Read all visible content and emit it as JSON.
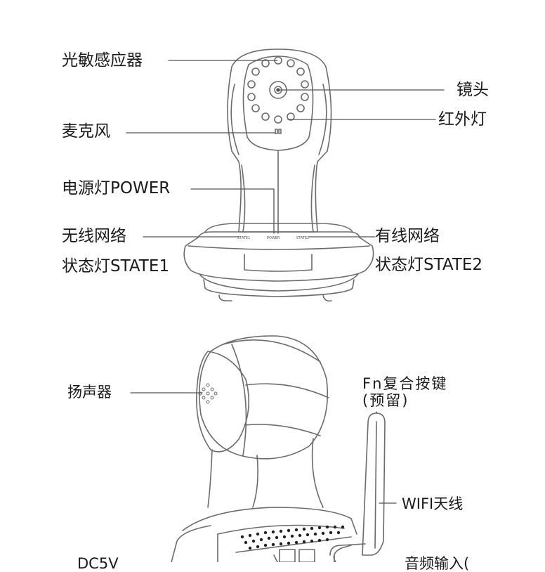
{
  "top_view": {
    "labels": {
      "light_sensor": "光敏感应器",
      "lens": "镜头",
      "infrared_light": "红外灯",
      "microphone": "麦克风",
      "power_light": "电源灯POWER",
      "wireless_network": "无线网络",
      "state1_light": "状态灯STATE1",
      "wired_network": "有线网络",
      "state2_light": "状态灯STATE2"
    },
    "body_marks": {
      "state1": "STATE1",
      "power": "POWER",
      "state2": "STATE2"
    }
  },
  "back_view": {
    "labels": {
      "speaker": "扬声器",
      "fn_button": "Fn复合按键",
      "fn_button_note": "(预留)",
      "wifi_antenna": "WIFI天线",
      "dc_power_partial": "DC5V",
      "audio_input_partial": "音频输入("
    }
  },
  "colors": {
    "line": "#555555",
    "text": "#1a1a1a"
  }
}
